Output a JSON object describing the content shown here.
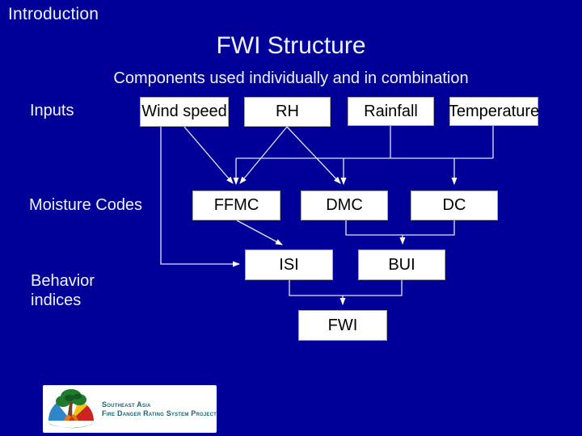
{
  "slide": {
    "section_header": "Introduction",
    "title": "FWI Structure",
    "subtitle": "Components used individually and in combination"
  },
  "row_labels": {
    "inputs": "Inputs",
    "moisture_codes": "Moisture Codes",
    "behavior_indices_line1": "Behavior",
    "behavior_indices_line2": "indices"
  },
  "nodes": {
    "wind_speed": "Wind speed",
    "rh": "RH",
    "rainfall": "Rainfall",
    "temperature": "Temperature",
    "ffmc": "FFMC",
    "dmc": "DMC",
    "dc": "DC",
    "isi": "ISI",
    "bui": "BUI",
    "fwi": "FWI"
  },
  "edges": [
    {
      "from": "Wind speed",
      "to": "FFMC"
    },
    {
      "from": "Wind speed",
      "to": "ISI"
    },
    {
      "from": "RH",
      "to": "FFMC"
    },
    {
      "from": "RH",
      "to": "DMC"
    },
    {
      "from": "Rainfall",
      "to": "FFMC"
    },
    {
      "from": "Rainfall",
      "to": "DMC"
    },
    {
      "from": "Rainfall",
      "to": "DC"
    },
    {
      "from": "Temperature",
      "to": "FFMC"
    },
    {
      "from": "Temperature",
      "to": "DMC"
    },
    {
      "from": "Temperature",
      "to": "DC"
    },
    {
      "from": "FFMC",
      "to": "ISI"
    },
    {
      "from": "DMC",
      "to": "BUI"
    },
    {
      "from": "DC",
      "to": "BUI"
    },
    {
      "from": "ISI",
      "to": "FWI"
    },
    {
      "from": "BUI",
      "to": "FWI"
    }
  ],
  "logo": {
    "org_line1": "Southeast Asia",
    "org_line2": "Fire Danger Rating System Project"
  },
  "colors": {
    "background": "#000099",
    "box_fill": "#ffffff",
    "box_text": "#000000",
    "connector": "#e4e4ff",
    "text": "#f2f2ff",
    "logo_text": "#17666b"
  }
}
